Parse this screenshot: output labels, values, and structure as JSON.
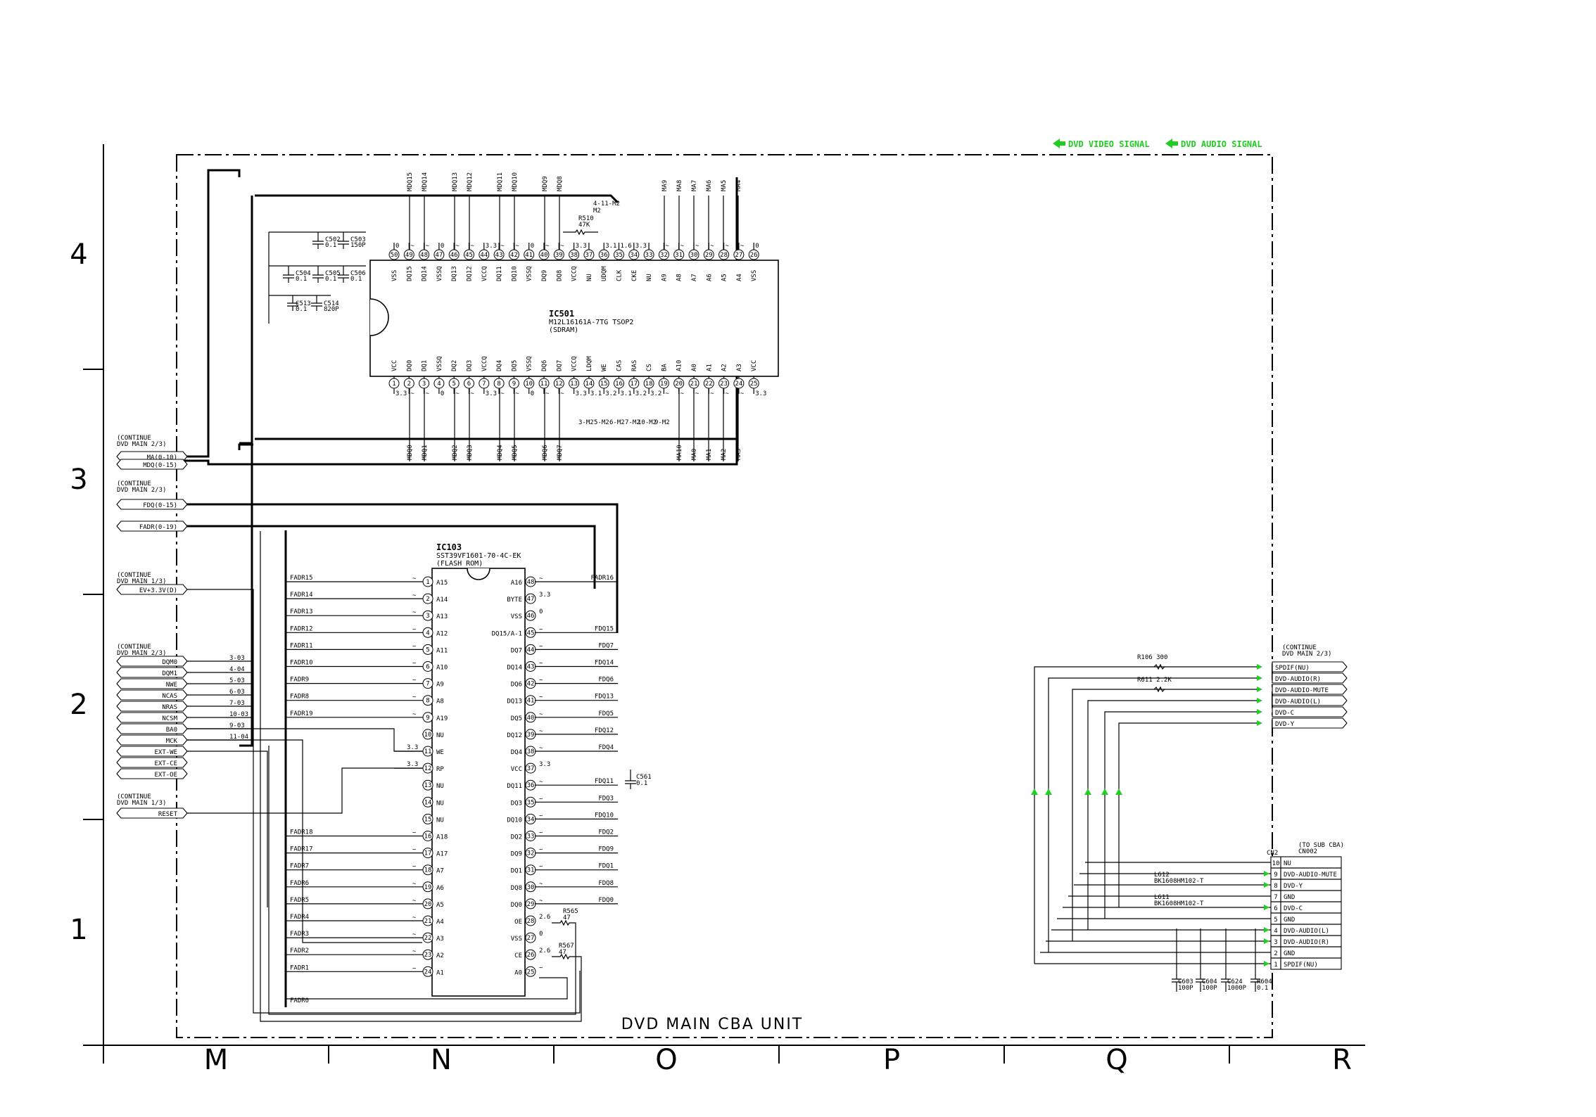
{
  "sheet": {
    "unit_title": "DVD MAIN CBA UNIT",
    "row_labels": [
      "4",
      "3",
      "2",
      "1"
    ],
    "column_labels": [
      "M",
      "N",
      "O",
      "P",
      "Q",
      "R"
    ]
  },
  "legend": {
    "video": "DVD VIDEO SIGNAL",
    "audio": "DVD AUDIO SIGNAL"
  },
  "ic501": {
    "ref": "IC501",
    "part": "M12L16161A-7TG TSOP2",
    "desc": "(SDRAM)",
    "top_pins": [
      {
        "num": "50",
        "name": "VSS",
        "volt": "0"
      },
      {
        "num": "49",
        "name": "DQ15",
        "volt": "~"
      },
      {
        "num": "48",
        "name": "DQ14",
        "volt": "~"
      },
      {
        "num": "47",
        "name": "VSSQ",
        "volt": "0"
      },
      {
        "num": "46",
        "name": "DQ13",
        "volt": "~"
      },
      {
        "num": "45",
        "name": "DQ12",
        "volt": "~"
      },
      {
        "num": "44",
        "name": "VCCQ",
        "volt": "3.3"
      },
      {
        "num": "43",
        "name": "DQ11",
        "volt": "~"
      },
      {
        "num": "42",
        "name": "DQ10",
        "volt": "~"
      },
      {
        "num": "41",
        "name": "VSSQ",
        "volt": "0"
      },
      {
        "num": "40",
        "name": "DQ9",
        "volt": "~"
      },
      {
        "num": "39",
        "name": "DQ8",
        "volt": "~"
      },
      {
        "num": "38",
        "name": "VCCQ",
        "volt": "3.3"
      },
      {
        "num": "37",
        "name": "NU",
        "volt": ""
      },
      {
        "num": "36",
        "name": "UDQM",
        "volt": "3.1"
      },
      {
        "num": "35",
        "name": "CLK",
        "volt": "1.6"
      },
      {
        "num": "34",
        "name": "CKE",
        "volt": "3.3"
      },
      {
        "num": "33",
        "name": "NU",
        "volt": ""
      },
      {
        "num": "32",
        "name": "A9",
        "volt": "~"
      },
      {
        "num": "31",
        "name": "A8",
        "volt": "~"
      },
      {
        "num": "30",
        "name": "A7",
        "volt": "~"
      },
      {
        "num": "29",
        "name": "A6",
        "volt": "~"
      },
      {
        "num": "28",
        "name": "A5",
        "volt": "~"
      },
      {
        "num": "27",
        "name": "A4",
        "volt": "~"
      },
      {
        "num": "26",
        "name": "VSS",
        "volt": "0"
      }
    ],
    "bottom_pins": [
      {
        "num": "1",
        "name": "VCC",
        "volt": "3.3"
      },
      {
        "num": "2",
        "name": "DQ0",
        "volt": "~"
      },
      {
        "num": "3",
        "name": "DQ1",
        "volt": "~"
      },
      {
        "num": "4",
        "name": "VSSQ",
        "volt": "0"
      },
      {
        "num": "5",
        "name": "DQ2",
        "volt": "~"
      },
      {
        "num": "6",
        "name": "DQ3",
        "volt": "~"
      },
      {
        "num": "7",
        "name": "VCCQ",
        "volt": "3.3"
      },
      {
        "num": "8",
        "name": "DQ4",
        "volt": "~"
      },
      {
        "num": "9",
        "name": "DQ5",
        "volt": "~"
      },
      {
        "num": "10",
        "name": "VSSQ",
        "volt": "0"
      },
      {
        "num": "11",
        "name": "DQ6",
        "volt": "~"
      },
      {
        "num": "12",
        "name": "DQ7",
        "volt": "~"
      },
      {
        "num": "13",
        "name": "VCCQ",
        "volt": "3.3"
      },
      {
        "num": "14",
        "name": "LDQM",
        "volt": "3.1"
      },
      {
        "num": "15",
        "name": "WE",
        "volt": "3.2"
      },
      {
        "num": "16",
        "name": "CAS",
        "volt": "3.1"
      },
      {
        "num": "17",
        "name": "RAS",
        "volt": "3.2"
      },
      {
        "num": "18",
        "name": "CS",
        "volt": "3.2"
      },
      {
        "num": "19",
        "name": "BA",
        "volt": "~"
      },
      {
        "num": "20",
        "name": "A10",
        "volt": "~"
      },
      {
        "num": "21",
        "name": "A0",
        "volt": "~"
      },
      {
        "num": "22",
        "name": "A1",
        "volt": "~"
      },
      {
        "num": "23",
        "name": "A2",
        "volt": "~"
      },
      {
        "num": "24",
        "name": "A3",
        "volt": "~"
      },
      {
        "num": "25",
        "name": "VCC",
        "volt": "3.3"
      }
    ],
    "top_nets": [
      "MDQ15",
      "MDQ14",
      "MDQ13",
      "MDQ12",
      "MDQ11",
      "MDQ10",
      "MDQ9",
      "MDQ8",
      "MA9",
      "MA8",
      "MA7",
      "MA6",
      "MA5",
      "MA4"
    ],
    "bottom_nets": [
      "MDQ0",
      "MDQ1",
      "MDQ2",
      "MDQ3",
      "MDQ4",
      "MDQ5",
      "MDQ6",
      "MDQ7",
      "MA10",
      "MA0",
      "MA1",
      "MA2",
      "MA3"
    ],
    "jumpers_top": [
      "4-11-M2",
      "M2"
    ],
    "jumpers_bottom": [
      "3-M2",
      "5-M2",
      "6-M2",
      "7-M2",
      "10-M2",
      "9-M2"
    ]
  },
  "ic103": {
    "ref": "IC103",
    "part": "SST39VF1601-70-4C-EK",
    "desc": "(FLASH ROM)",
    "left_pins": [
      {
        "num": "1",
        "name": "A15",
        "net": "FADR15"
      },
      {
        "num": "2",
        "name": "A14",
        "net": "FADR14"
      },
      {
        "num": "3",
        "name": "A13",
        "net": "FADR13"
      },
      {
        "num": "4",
        "name": "A12",
        "net": "FADR12"
      },
      {
        "num": "5",
        "name": "A11",
        "net": "FADR11"
      },
      {
        "num": "6",
        "name": "A10",
        "net": "FADR10"
      },
      {
        "num": "7",
        "name": "A9",
        "net": "FADR9"
      },
      {
        "num": "8",
        "name": "A8",
        "net": "FADR8"
      },
      {
        "num": "9",
        "name": "A19",
        "net": "FADR19"
      },
      {
        "num": "10",
        "name": "NU",
        "net": ""
      },
      {
        "num": "11",
        "name": "WE",
        "net": "3.3"
      },
      {
        "num": "12",
        "name": "RP",
        "net": "3.3"
      },
      {
        "num": "13",
        "name": "NU",
        "net": ""
      },
      {
        "num": "14",
        "name": "NU",
        "net": ""
      },
      {
        "num": "15",
        "name": "NU",
        "net": ""
      },
      {
        "num": "16",
        "name": "A18",
        "net": "FADR18"
      },
      {
        "num": "17",
        "name": "A17",
        "net": "FADR17"
      },
      {
        "num": "18",
        "name": "A7",
        "net": "FADR7"
      },
      {
        "num": "19",
        "name": "A6",
        "net": "FADR6"
      },
      {
        "num": "20",
        "name": "A5",
        "net": "FADR5"
      },
      {
        "num": "21",
        "name": "A4",
        "net": "FADR4"
      },
      {
        "num": "22",
        "name": "A3",
        "net": "FADR3"
      },
      {
        "num": "23",
        "name": "A2",
        "net": "FADR2"
      },
      {
        "num": "24",
        "name": "A1",
        "net": "FADR1"
      }
    ],
    "right_pins": [
      {
        "num": "48",
        "name": "A16",
        "net": "FADR16"
      },
      {
        "num": "47",
        "name": "BYTE",
        "net": "3.3"
      },
      {
        "num": "46",
        "name": "VSS",
        "net": "0"
      },
      {
        "num": "45",
        "name": "DQ15/A-1",
        "net": "FDQ15"
      },
      {
        "num": "44",
        "name": "DQ7",
        "net": "FDQ7"
      },
      {
        "num": "43",
        "name": "DQ14",
        "net": "FDQ14"
      },
      {
        "num": "42",
        "name": "DQ6",
        "net": "FDQ6"
      },
      {
        "num": "41",
        "name": "DQ13",
        "net": "FDQ13"
      },
      {
        "num": "40",
        "name": "DQ5",
        "net": "FDQ5"
      },
      {
        "num": "39",
        "name": "DQ12",
        "net": "FDQ12"
      },
      {
        "num": "38",
        "name": "DQ4",
        "net": "FDQ4"
      },
      {
        "num": "37",
        "name": "VCC",
        "net": "3.3"
      },
      {
        "num": "36",
        "name": "DQ11",
        "net": "FDQ11"
      },
      {
        "num": "35",
        "name": "DQ3",
        "net": "FDQ3"
      },
      {
        "num": "34",
        "name": "DQ10",
        "net": "FDQ10"
      },
      {
        "num": "33",
        "name": "DQ2",
        "net": "FDQ2"
      },
      {
        "num": "32",
        "name": "DQ9",
        "net": "FDQ9"
      },
      {
        "num": "31",
        "name": "DQ1",
        "net": "FDQ1"
      },
      {
        "num": "30",
        "name": "DQ8",
        "net": "FDQ8"
      },
      {
        "num": "29",
        "name": "DQ0",
        "net": "FDQ0"
      },
      {
        "num": "28",
        "name": "OE",
        "net": "2.6"
      },
      {
        "num": "27",
        "name": "VSS",
        "net": "0"
      },
      {
        "num": "26",
        "name": "CE",
        "net": "2.6"
      },
      {
        "num": "25",
        "name": "A0",
        "net": "~"
      }
    ],
    "fadr0": "FADR0"
  },
  "caps_top": [
    {
      "ref": "C502",
      "val": "0.1"
    },
    {
      "ref": "C503",
      "val": "150P"
    },
    {
      "ref": "C504",
      "val": "0.1"
    },
    {
      "ref": "C505",
      "val": "0.1"
    },
    {
      "ref": "C506",
      "val": "0.1"
    },
    {
      "ref": "C513",
      "val": "0.1"
    },
    {
      "ref": "C514",
      "val": "820P"
    }
  ],
  "r510": {
    "ref": "R510",
    "val": "47K"
  },
  "c561": {
    "ref": "C561",
    "val": "0.1"
  },
  "r565": {
    "ref": "R565",
    "val": "47"
  },
  "r567": {
    "ref": "R567",
    "val": "47"
  },
  "left_connectors": {
    "g1": {
      "note1": "(CONTINUE",
      "note2": "DVD MAIN 2/3)",
      "signals": [
        "MA(0-10)",
        "MDQ(0-15)"
      ]
    },
    "g2": {
      "note1": "(CONTINUE",
      "note2": "DVD MAIN 2/3)",
      "signals": [
        "FDQ(0-15)",
        "FADR(0-19)"
      ]
    },
    "g3": {
      "note1": "(CONTINUE",
      "note2": "DVD MAIN 1/3)",
      "signals": [
        "EV+3.3V(D)"
      ]
    },
    "g4": {
      "note1": "(CONTINUE",
      "note2": "DVD MAIN 2/3)",
      "signals": [
        "DQM0",
        "DQM1",
        "NWE",
        "NCAS",
        "NRAS",
        "NCSM",
        "BA0",
        "MCK",
        "EXT-WE",
        "EXT-CE",
        "EXT-OE"
      ],
      "refs": [
        "3-03",
        "4-04",
        "5-03",
        "6-03",
        "7-03",
        "10-03",
        "9-03",
        "11-04",
        "",
        "",
        ""
      ]
    },
    "g5": {
      "note1": "(CONTINUE",
      "note2": "DVD MAIN 1/3)",
      "signals": [
        "RESET"
      ]
    }
  },
  "right_connectors": {
    "note1": "(CONTINUE",
    "note2": "DVD MAIN 2/3)",
    "signals": [
      "SPDIF(NU)",
      "DVD-AUDIO(R)",
      "DVD-AUDIO-MUTE",
      "DVD-AUDIO(L)",
      "DVD-C",
      "DVD-Y"
    ],
    "r106": {
      "ref": "R106",
      "val": "300"
    },
    "r611": {
      "ref": "R611",
      "val": "2.2K"
    }
  },
  "cn2": {
    "ref": "CN2",
    "note1": "(TO SUB CBA)",
    "note2": "CN002",
    "pins": [
      {
        "num": "10",
        "name": "NU"
      },
      {
        "num": "9",
        "name": "DVD-AUDIO-MUTE"
      },
      {
        "num": "8",
        "name": "DVD-Y"
      },
      {
        "num": "7",
        "name": "GND"
      },
      {
        "num": "6",
        "name": "DVD-C"
      },
      {
        "num": "5",
        "name": "GND"
      },
      {
        "num": "4",
        "name": "DVD-AUDIO(L)"
      },
      {
        "num": "3",
        "name": "DVD-AUDIO(R)"
      },
      {
        "num": "2",
        "name": "GND"
      },
      {
        "num": "1",
        "name": "SPDIF(NU)"
      }
    ],
    "l612": {
      "ref": "L612",
      "val": "BK1608HM102-T"
    },
    "l611": {
      "ref": "L611",
      "val": "BK1608HM102-T"
    },
    "bottom_caps": [
      {
        "ref": "C603",
        "val": "100P"
      },
      {
        "ref": "C604",
        "val": "100P"
      },
      {
        "ref": "C624",
        "val": "1000P"
      },
      {
        "ref": "R604",
        "val": "0.1"
      }
    ]
  }
}
